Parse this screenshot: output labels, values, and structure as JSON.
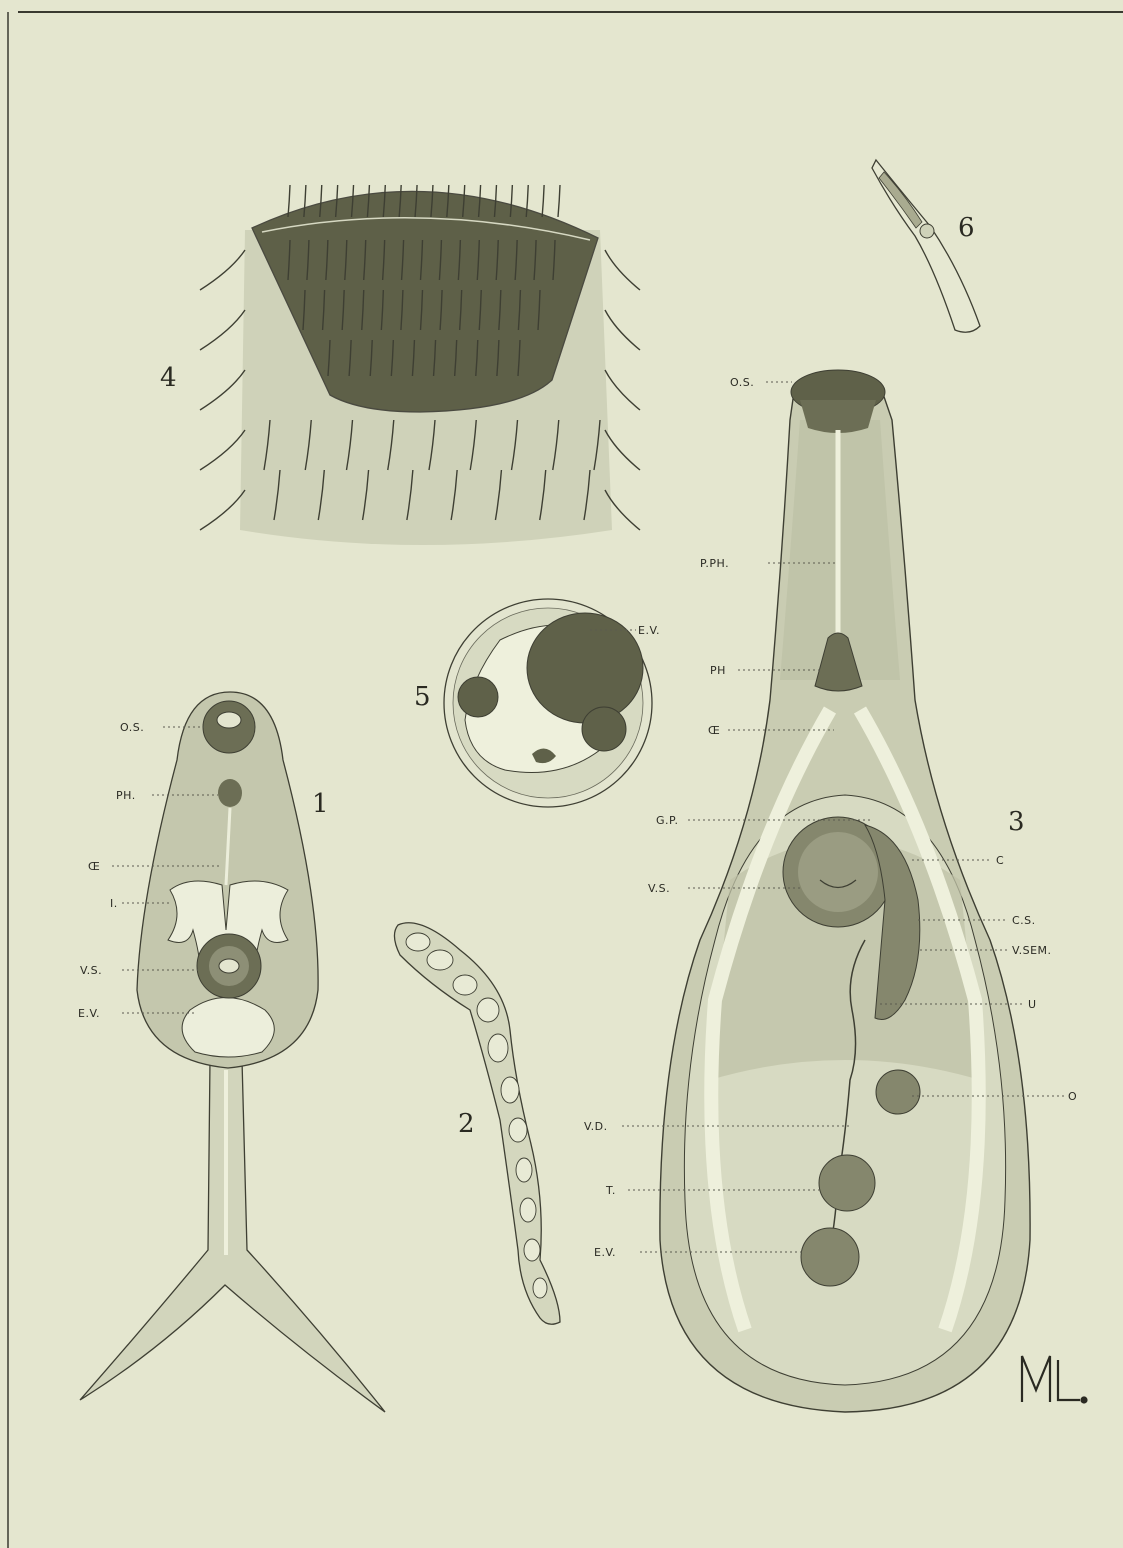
{
  "figure_numbers": {
    "fig1": "1",
    "fig2": "2",
    "fig3": "3",
    "fig4": "4",
    "fig5": "5",
    "fig6": "6"
  },
  "fig1_labels": {
    "os": "O.S.",
    "ph": "PH.",
    "oe": "Œ",
    "i": "I.",
    "vs": "V.S.",
    "ev": "E.V."
  },
  "fig3_labels": {
    "os": "O.S.",
    "pph": "P.PH.",
    "ph": "PH",
    "oe": "Œ",
    "gp": "G.P.",
    "vs": "V.S.",
    "vd": "V.D.",
    "t": "T.",
    "ev": "E.V.",
    "c": "C",
    "cs": "C.S.",
    "vsem": "V.SEM.",
    "u": "U",
    "o": "O"
  },
  "fig5_labels": {
    "ev": "E.V."
  },
  "monogram": "ML",
  "colors": {
    "paper": "#e4e6cf",
    "tissue": "#cfd2b9",
    "dark_tissue": "#5e6048",
    "ink": "#2b2b24"
  }
}
